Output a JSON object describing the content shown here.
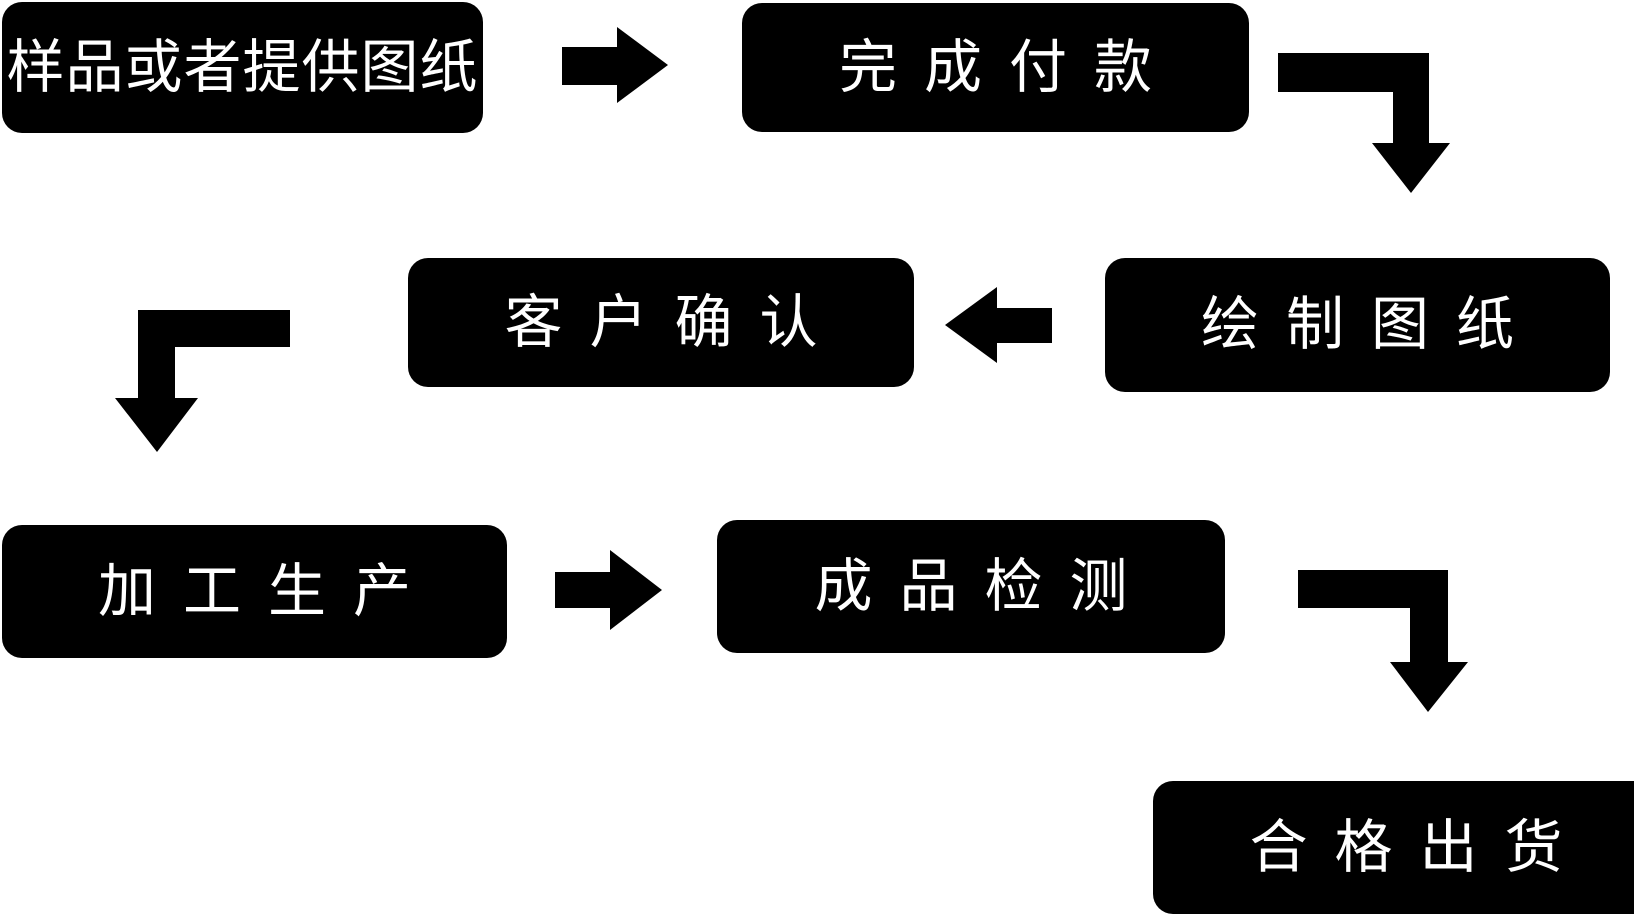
{
  "flowchart": {
    "type": "process-flow",
    "colors": {
      "background": "#ffffff",
      "node_fill": "#000000",
      "node_text": "#ffffff",
      "arrow": "#000000"
    },
    "nodes": [
      {
        "id": "sample-or-drawing",
        "label": "样品或者提供图纸"
      },
      {
        "id": "complete-payment",
        "label": "完成付款"
      },
      {
        "id": "draw-drawing",
        "label": "绘制图纸"
      },
      {
        "id": "customer-confirmation",
        "label": "客户确认"
      },
      {
        "id": "processing-production",
        "label": "加工生产"
      },
      {
        "id": "finished-inspection",
        "label": "成品检测"
      },
      {
        "id": "qualified-shipment",
        "label": "合格出货"
      }
    ],
    "connections": [
      {
        "from": "样品或者提供图纸",
        "to": "完成付款",
        "shape": "straight-right"
      },
      {
        "from": "完成付款",
        "to": "绘制图纸",
        "shape": "elbow-right-down"
      },
      {
        "from": "绘制图纸",
        "to": "客户确认",
        "shape": "straight-left"
      },
      {
        "from": "客户确认",
        "to": "加工生产",
        "shape": "elbow-left-down"
      },
      {
        "from": "加工生产",
        "to": "成品检测",
        "shape": "straight-right"
      },
      {
        "from": "成品检测",
        "to": "合格出货",
        "shape": "elbow-right-down"
      }
    ]
  }
}
